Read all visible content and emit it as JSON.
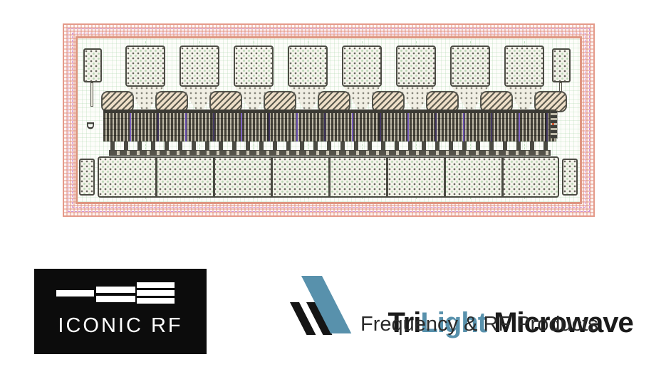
{
  "die": {
    "description": "MMIC power transistor die layout",
    "orientation_marker": "D",
    "gate_pads_count": 8,
    "hatched_pads_count": 9,
    "bottom_pad_segments": 8,
    "colors": {
      "frame_pink": "#e49a89",
      "frame_violet": "#cf92d8",
      "inner_border": "#de9681",
      "pad_border": "#4c4c44",
      "pad_fill": "#f6f4ec",
      "hatch_fill": "#eedfc8",
      "finger_dark": "#454239",
      "finger_light": "#beb9a8",
      "accent_purple": "#7355c8",
      "grid_green": "#96cd96",
      "corner_red": "#c8502e"
    }
  },
  "iconic_rf": {
    "label": "ICONIC RF",
    "bg": "#0c0c0c",
    "fg": "#ffffff",
    "bar_groups": [
      1,
      2,
      3
    ]
  },
  "trilight": {
    "title_tri": "Tri",
    "title_light": "Light",
    "title_microwave": " Microwave",
    "subtitle": "Frequency & RF Products",
    "blue": "#5891ac",
    "black": "#1b1b1b"
  }
}
